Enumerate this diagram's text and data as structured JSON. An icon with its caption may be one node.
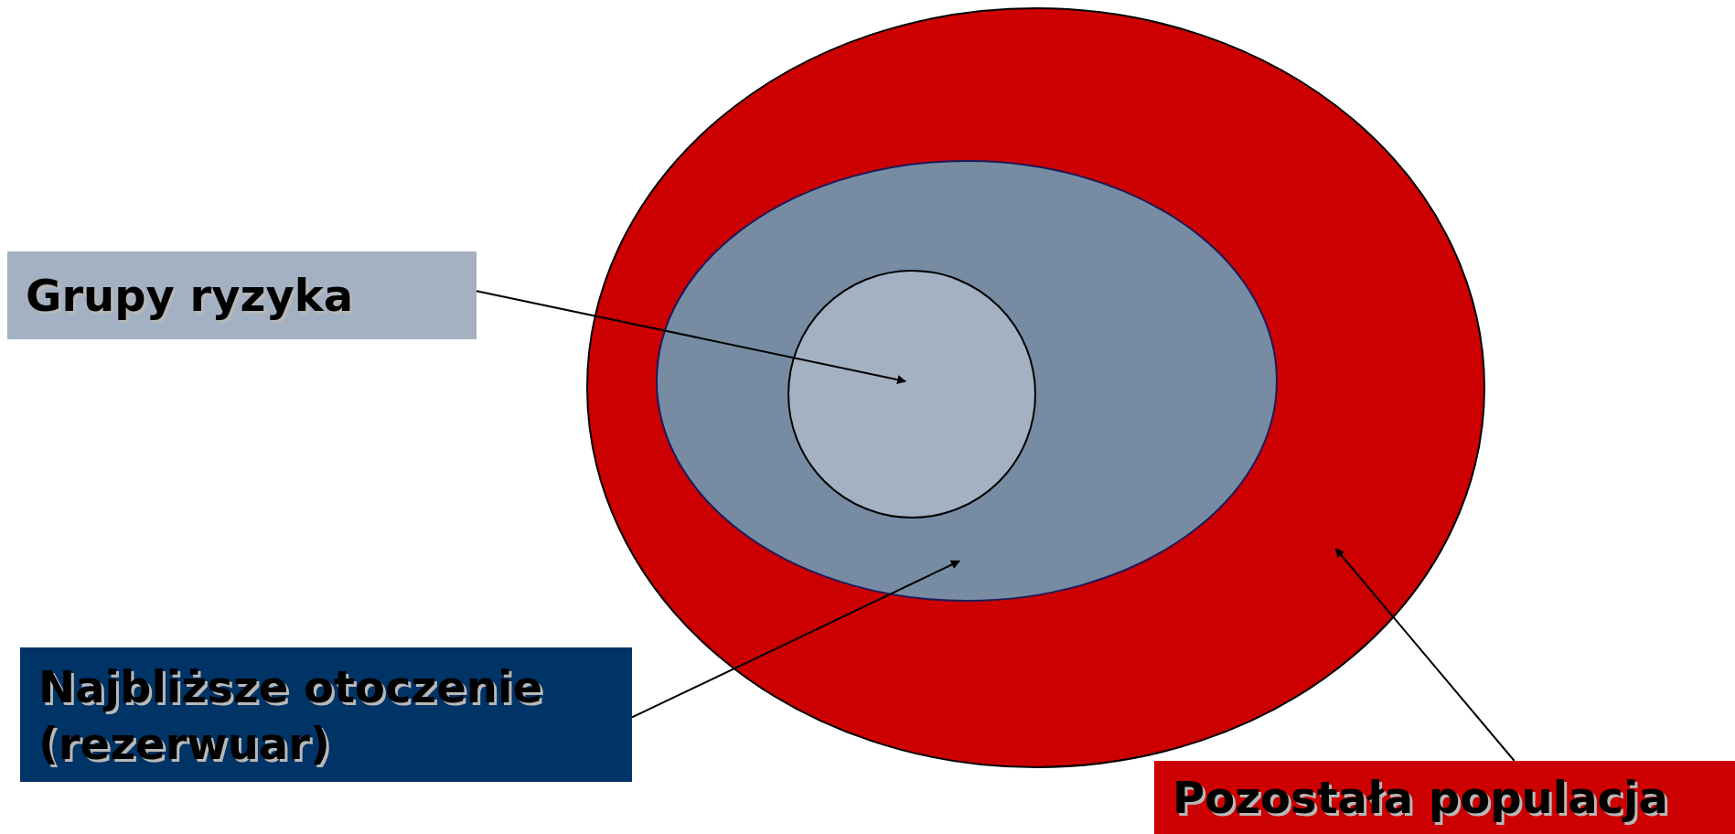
{
  "diagram": {
    "nodes": [
      {
        "text": [],
        "shape": "ellipse"
      },
      {
        "text": [],
        "shape": "ellipse",
        "in": 0
      },
      {
        "text": [],
        "shape": "circle",
        "in": 1
      },
      {
        "text": [
          "Grupy ryzyka"
        ]
      },
      {
        "text": [
          "Najbliższe otoczenie (rezerwuar)"
        ]
      },
      {
        "text": [
          "Pozostała populacja"
        ]
      }
    ],
    "edges": [
      {
        "from": 3,
        "to": 2,
        "arrow": "to"
      },
      {
        "from": 4,
        "to": 1,
        "arrow": "to"
      },
      {
        "from": 5,
        "to": 0,
        "arrow": "to"
      }
    ]
  }
}
